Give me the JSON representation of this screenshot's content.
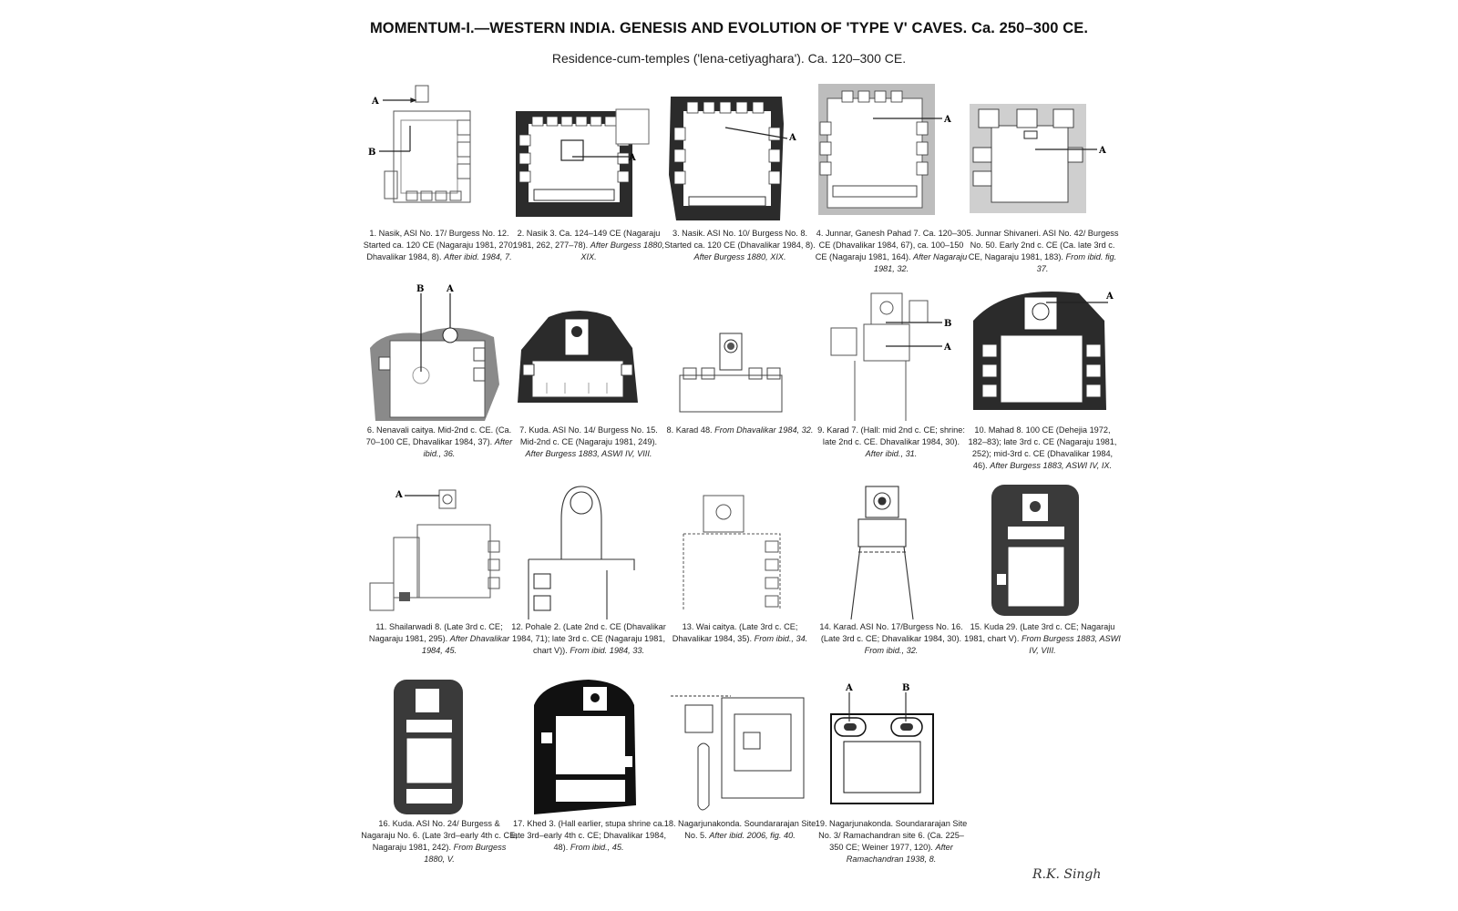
{
  "header": {
    "title": "MOMENTUM-I.—WESTERN INDIA. GENESIS AND EVOLUTION OF 'TYPE V' CAVES. Ca. 250–300 CE.",
    "subtitle": "Residence-cum-temples ('lena-cetiyaghara'). Ca. 120–300 CE."
  },
  "figures": [
    {
      "caption": "1. Nasik, ASI No. 17/ Burgess No. 12. Started ca. 120 CE (Nagaraju 1981, 270; Dhavalikar 1984, 8).",
      "source": "After ibid. 1984, 7.",
      "labels": [
        "A",
        "B"
      ]
    },
    {
      "caption": "2. Nasik 3. Ca. 124–149 CE (Nagaraju 1981, 262, 277–78).",
      "source": "After Burgess 1880, XIX.",
      "labels": [
        "A"
      ]
    },
    {
      "caption": "3. Nasik. ASI No. 10/ Burgess No. 8. Started ca. 120 CE (Dhavalikar 1984, 8).",
      "source": "After Burgess 1880, XIX.",
      "labels": [
        "A"
      ]
    },
    {
      "caption": "4. Junnar, Ganesh Pahad 7. Ca. 120–30 CE (Dhavalikar 1984, 67), ca. 100–150 CE (Nagaraju 1981, 164).",
      "source": "After Nagaraju 1981, 32.",
      "labels": [
        "A"
      ]
    },
    {
      "caption": "5. Junnar Shivaneri. ASI No. 42/ Burgess No. 50. Early 2nd c. CE (Ca. late 3rd c. CE, Nagaraju 1981, 183).",
      "source": "From ibid. fig. 37.",
      "labels": [
        "A"
      ]
    },
    {
      "caption": "6. Nenavali caitya. Mid-2nd c. CE. (Ca. 70–100 CE, Dhavalikar 1984, 37).",
      "source": "After ibid., 36.",
      "labels": [
        "B",
        "A"
      ]
    },
    {
      "caption": "7. Kuda. ASI No. 14/ Burgess No. 15. Mid-2nd c. CE (Nagaraju 1981, 249).",
      "source": "After Burgess 1883, ASWI IV, VIII.",
      "labels": []
    },
    {
      "caption": "8. Karad 48.",
      "source": "From Dhavalikar 1984, 32.",
      "labels": []
    },
    {
      "caption": "9. Karad 7. (Hall: mid 2nd c. CE; shrine: late 2nd c. CE. Dhavalikar 1984, 30).",
      "source": "After ibid., 31.",
      "labels": [
        "B",
        "A"
      ]
    },
    {
      "caption": "10. Mahad 8. 100 CE (Dehejia 1972, 182–83); late 3rd c. CE (Nagaraju 1981, 252); mid-3rd c. CE (Dhavalikar 1984, 46).",
      "source": "After Burgess 1883, ASWI IV, IX.",
      "labels": [
        "A"
      ]
    },
    {
      "caption": "11. Shailarwadi 8. (Late 3rd c. CE; Nagaraju 1981, 295).",
      "source": "After Dhavalikar 1984, 45.",
      "labels": [
        "A"
      ]
    },
    {
      "caption": "12. Pohale 2. (Late 2nd c. CE (Dhavalikar 1984, 71); late 3rd c. CE (Nagaraju 1981, chart V)).",
      "source": "From ibid. 1984, 33.",
      "labels": []
    },
    {
      "caption": "13. Wai caitya. (Late 3rd c. CE; Dhavalikar 1984, 35).",
      "source": "From ibid., 34.",
      "labels": []
    },
    {
      "caption": "14. Karad. ASI No. 17/Burgess No. 16. (Late 3rd c. CE; Dhavalikar 1984, 30).",
      "source": "From ibid., 32.",
      "labels": []
    },
    {
      "caption": "15. Kuda 29. (Late 3rd c. CE; Nagaraju 1981, chart V).",
      "source": "From Burgess 1883, ASWI IV, VIII.",
      "labels": []
    },
    {
      "caption": "16. Kuda. ASI No. 24/ Burgess & Nagaraju No. 6. (Late 3rd–early 4th c. CE; Nagaraju 1981, 242).",
      "source": "From Burgess 1880, V.",
      "labels": []
    },
    {
      "caption": "17. Khed 3. (Hall earlier, stupa shrine ca. late 3rd–early 4th c. CE; Dhavalikar 1984, 48).",
      "source": "From ibid., 45.",
      "labels": []
    },
    {
      "caption": "18. Nagarjunakonda. Soundararajan Site No. 5.",
      "source": "After ibid. 2006, fig. 40.",
      "labels": []
    },
    {
      "caption": "19. Nagarjunakonda. Soundararajan Site No. 3/ Ramachandran site 6. (Ca. 225–350 CE; Weiner 1977, 120).",
      "source": "After Ramachandran 1938, 8.",
      "labels": [
        "A",
        "B"
      ]
    }
  ],
  "signature": "R.K. Singh"
}
